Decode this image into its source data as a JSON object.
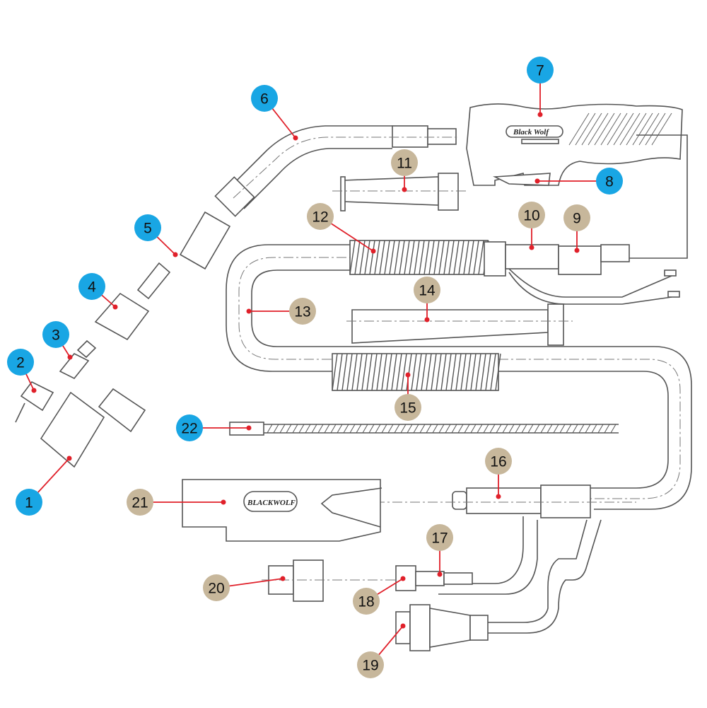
{
  "diagram": {
    "logos": {
      "handle": "Black Wolf",
      "rear_handle": "BLACKWOLF"
    },
    "colors": {
      "callout_blue": "#19a6e4",
      "callout_tan": "#c7b79b",
      "leader_red": "#e0202a",
      "line_art": "#555555"
    },
    "callouts": [
      {
        "label": "1",
        "style": "blue"
      },
      {
        "label": "2",
        "style": "blue"
      },
      {
        "label": "3",
        "style": "blue"
      },
      {
        "label": "4",
        "style": "blue"
      },
      {
        "label": "5",
        "style": "blue"
      },
      {
        "label": "6",
        "style": "blue"
      },
      {
        "label": "7",
        "style": "blue"
      },
      {
        "label": "8",
        "style": "blue"
      },
      {
        "label": "9",
        "style": "tan"
      },
      {
        "label": "10",
        "style": "tan"
      },
      {
        "label": "11",
        "style": "tan"
      },
      {
        "label": "12",
        "style": "tan"
      },
      {
        "label": "13",
        "style": "tan"
      },
      {
        "label": "14",
        "style": "tan"
      },
      {
        "label": "15",
        "style": "tan"
      },
      {
        "label": "16",
        "style": "tan"
      },
      {
        "label": "17",
        "style": "tan"
      },
      {
        "label": "18",
        "style": "tan"
      },
      {
        "label": "19",
        "style": "tan"
      },
      {
        "label": "20",
        "style": "tan"
      },
      {
        "label": "21",
        "style": "tan"
      },
      {
        "label": "22",
        "style": "blue"
      }
    ]
  }
}
